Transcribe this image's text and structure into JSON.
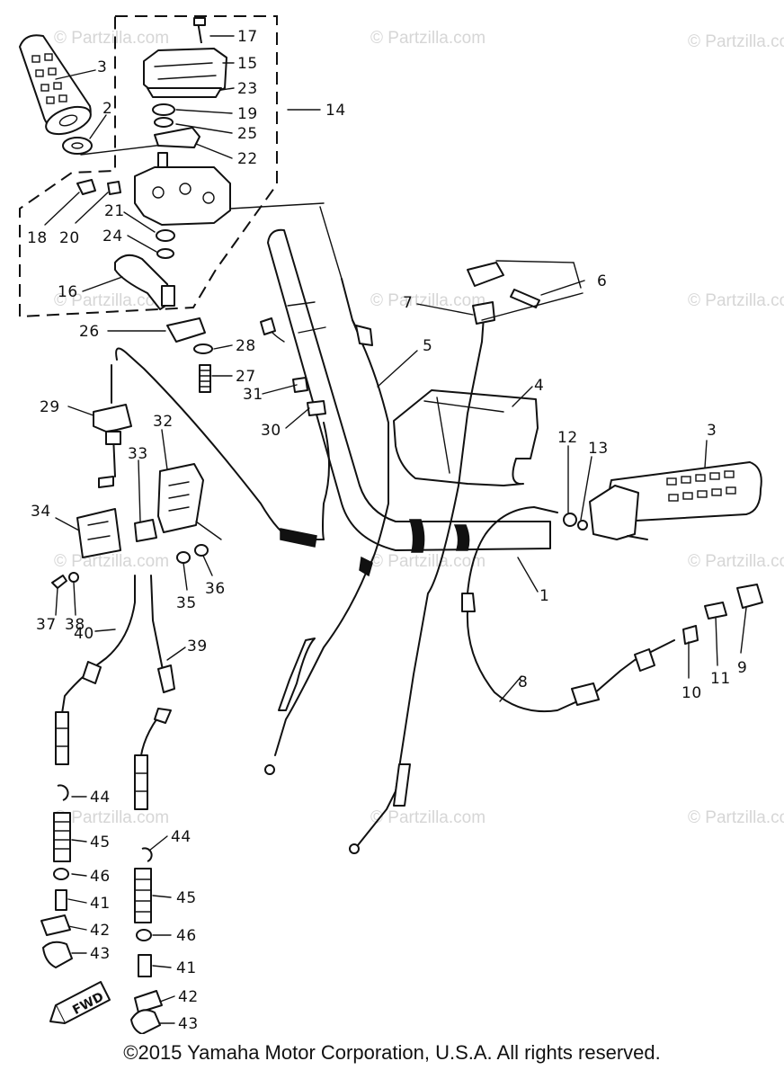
{
  "watermarks": [
    "© Partzilla.com",
    "© Partzilla.com",
    "© Partzilla.com",
    "© Partzilla.com",
    "© Partzilla.com",
    "© Partzilla.com",
    "© Partzilla.com",
    "© Partzilla.com",
    "© Partzilla.com",
    "© Partzilla.com",
    "© Partzilla.com",
    "© Partzilla.com"
  ],
  "callouts": {
    "c17": "17",
    "c15": "15",
    "c23": "23",
    "c14": "14",
    "c19": "19",
    "c25": "25",
    "c22": "22",
    "c3a": "3",
    "c2": "2",
    "c18": "18",
    "c20": "20",
    "c21": "21",
    "c24": "24",
    "c16": "16",
    "c26": "26",
    "c28": "28",
    "c27": "27",
    "c31": "31",
    "c30": "30",
    "c29": "29",
    "c32": "32",
    "c33": "33",
    "c34": "34",
    "c5": "5",
    "c4": "4",
    "c6": "6",
    "c7": "7",
    "c3b": "3",
    "c12": "12",
    "c13": "13",
    "c1": "1",
    "c35": "35",
    "c36": "36",
    "c37": "37",
    "c38": "38",
    "c40": "40",
    "c39": "39",
    "c8": "8",
    "c9": "9",
    "c10": "10",
    "c11": "11",
    "c44a": "44",
    "c45a": "45",
    "c46a": "46",
    "c41a": "41",
    "c42a": "42",
    "c43a": "43",
    "c44b": "44",
    "c45b": "45",
    "c46b": "46",
    "c41b": "41",
    "c42b": "42",
    "c43b": "43"
  },
  "fwd_label": "FWD",
  "copyright": "©2015 Yamaha Motor Corporation, U.S.A. All rights reserved."
}
